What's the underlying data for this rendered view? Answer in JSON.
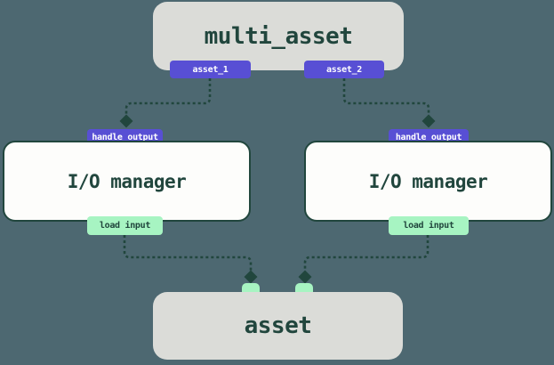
{
  "colors": {
    "background": "#4d6871",
    "node-gray": "#dbdcd8",
    "node-white": "#fdfdfb",
    "dark-green": "#21463d",
    "indigo": "#584fd4",
    "mint": "#a7f4c2",
    "badge-text-light": "#ffffff"
  },
  "diagram": {
    "multi_asset_node": {
      "title": "multi_asset",
      "outputs": [
        {
          "label": "asset_1"
        },
        {
          "label": "asset_2"
        }
      ]
    },
    "io_manager_nodes": [
      {
        "title": "I/O manager",
        "input_badge": "handle output",
        "output_badge": "load input"
      },
      {
        "title": "I/O manager",
        "input_badge": "handle output",
        "output_badge": "load input"
      }
    ],
    "asset_node": {
      "title": "asset"
    }
  }
}
